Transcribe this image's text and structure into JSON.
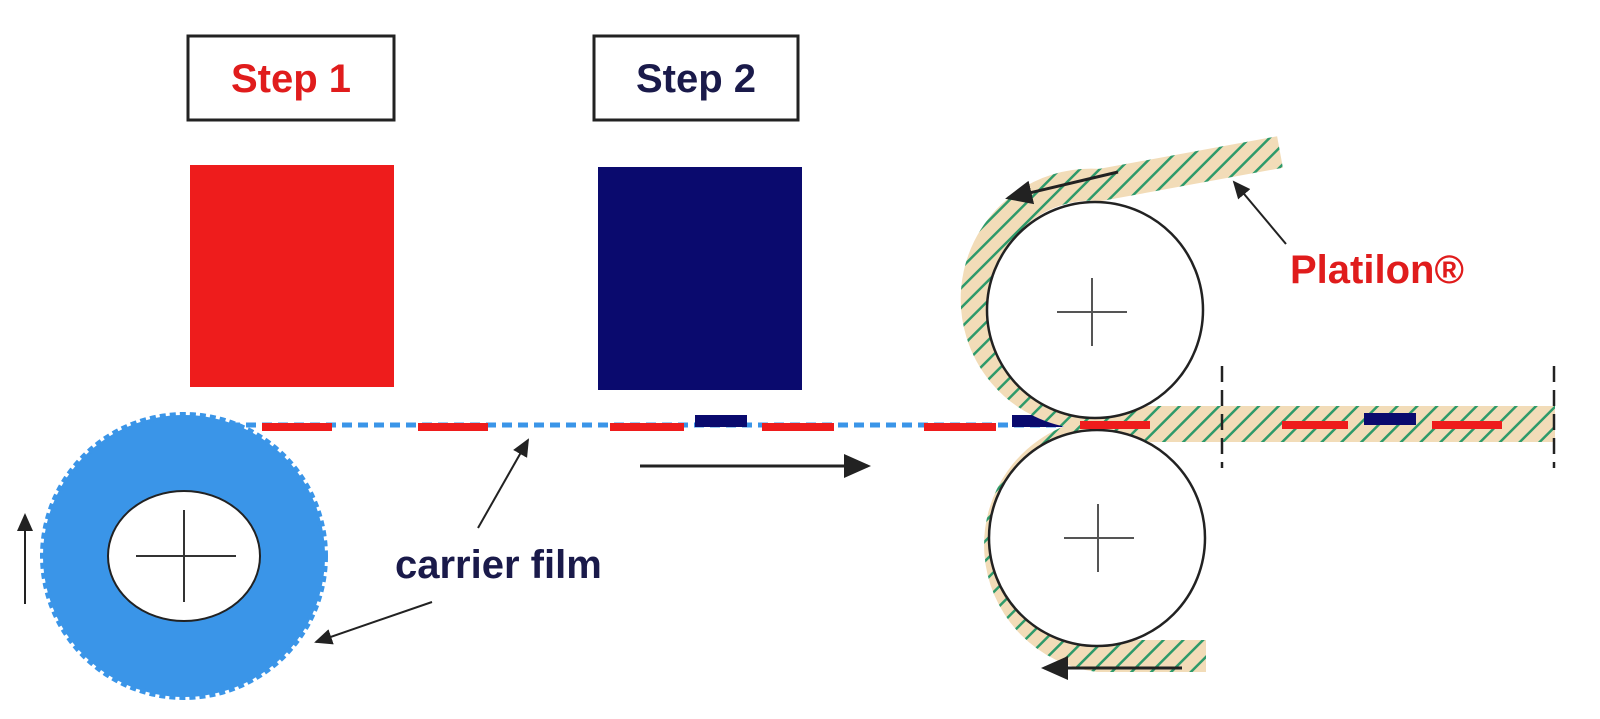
{
  "steps": [
    {
      "label": "Step 1",
      "color": "#ee1c1c"
    },
    {
      "label": "Step 2",
      "color": "#0a0a6e"
    }
  ],
  "labels": {
    "carrier_film": "carrier film",
    "platilon": "Platilon®"
  },
  "colors": {
    "carrier_film": "#3a95e8",
    "platilon_hatch": "#2e9a6a",
    "platilon_fill": "#f2dcb8",
    "step1_deposit": "#ee1c1c",
    "step2_deposit": "#0a0a6e",
    "label_dark": "#1a1a4a",
    "platilon_label": "#e01c1c",
    "arrow": "#222222"
  },
  "icons": [
    "reel-center-cross-icon",
    "roller-center-cross-icon",
    "direction-arrow-icon",
    "pointer-arrow-icon"
  ]
}
